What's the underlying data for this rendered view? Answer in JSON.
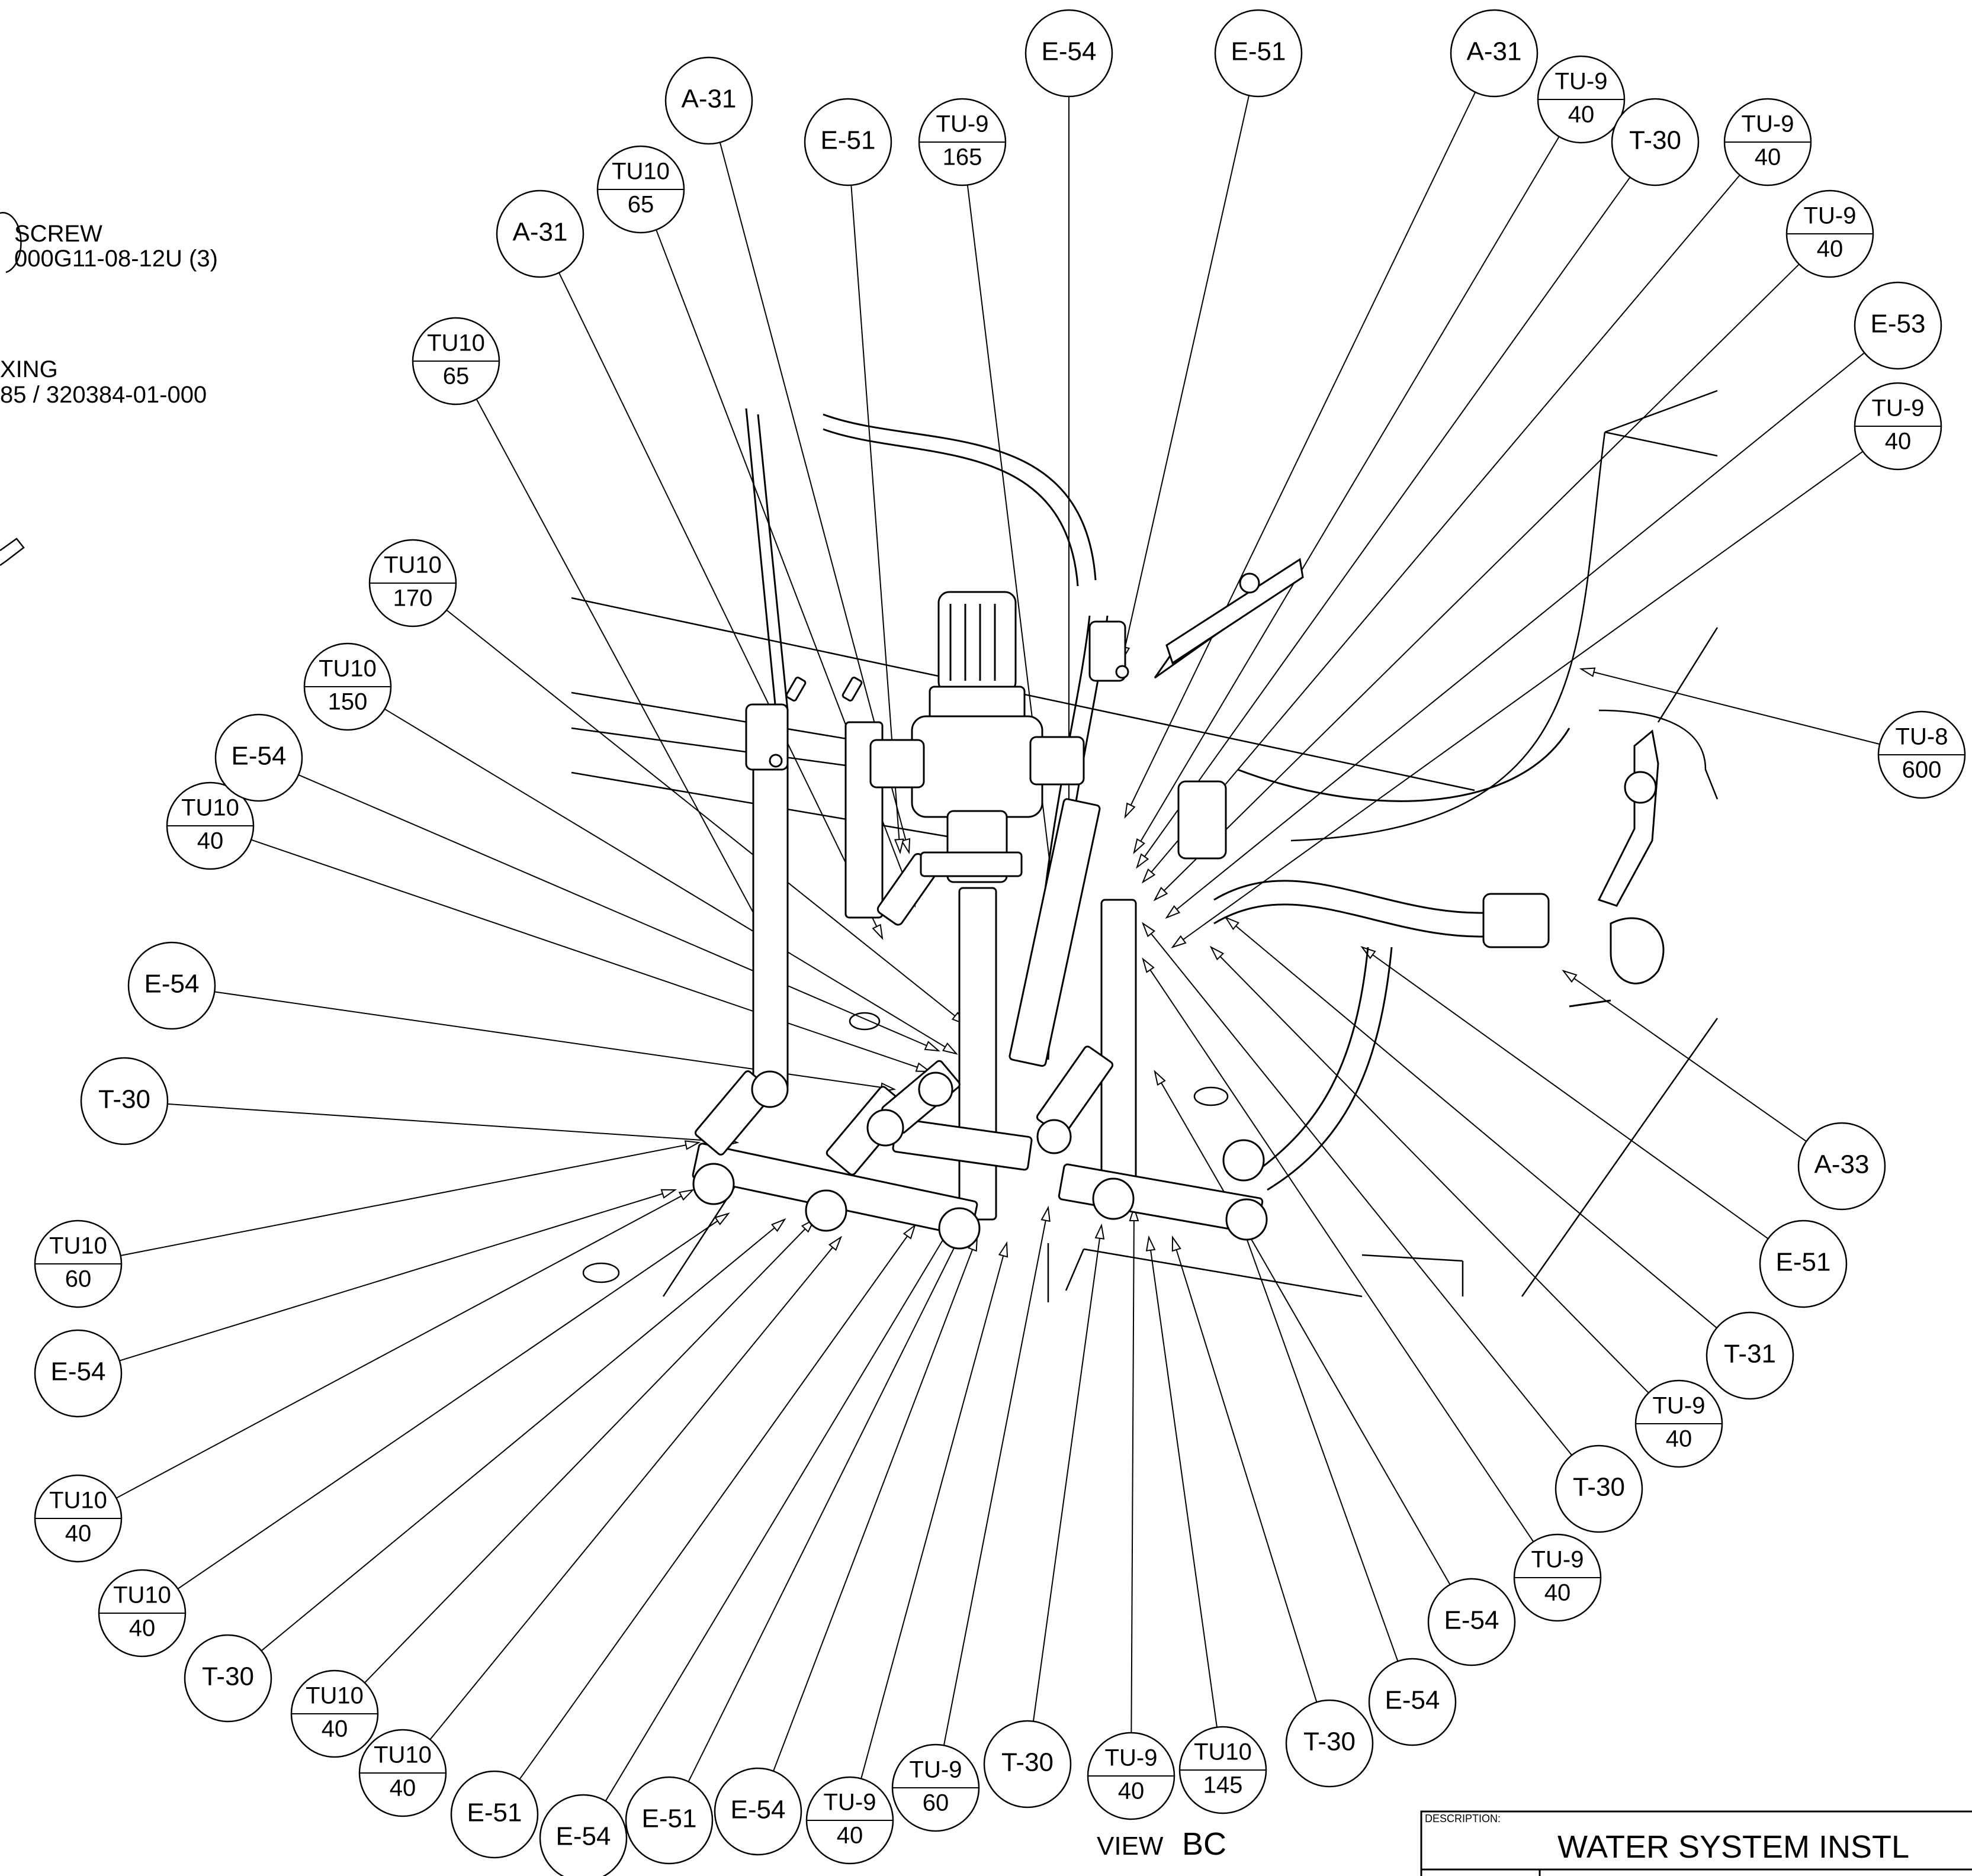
{
  "notes": [
    {
      "line1": "SCREW",
      "line2": "000G11-08-12U (3)"
    },
    {
      "line1": "XING",
      "line2": "85 / 320384-01-000"
    }
  ],
  "balloons": [
    {
      "top": "E-54",
      "bottom": ""
    },
    {
      "top": "E-51",
      "bottom": ""
    },
    {
      "top": "A-31",
      "bottom": ""
    },
    {
      "top": "TU-9",
      "bottom": "40"
    },
    {
      "top": "T-30",
      "bottom": ""
    },
    {
      "top": "TU-9",
      "bottom": "40"
    },
    {
      "top": "TU-9",
      "bottom": "40"
    },
    {
      "top": "E-53",
      "bottom": ""
    },
    {
      "top": "TU-9",
      "bottom": "40"
    },
    {
      "top": "TU-8",
      "bottom": "600"
    },
    {
      "top": "A-33",
      "bottom": ""
    },
    {
      "top": "E-51",
      "bottom": ""
    },
    {
      "top": "T-31",
      "bottom": ""
    },
    {
      "top": "TU-9",
      "bottom": "40"
    },
    {
      "top": "T-30",
      "bottom": ""
    },
    {
      "top": "TU-9",
      "bottom": "40"
    },
    {
      "top": "E-54",
      "bottom": ""
    },
    {
      "top": "E-54",
      "bottom": ""
    },
    {
      "top": "T-30",
      "bottom": ""
    },
    {
      "top": "TU10",
      "bottom": "145"
    },
    {
      "top": "TU-9",
      "bottom": "40"
    },
    {
      "top": "T-30",
      "bottom": ""
    },
    {
      "top": "TU-9",
      "bottom": "60"
    },
    {
      "top": "TU-9",
      "bottom": "40"
    },
    {
      "top": "E-54",
      "bottom": ""
    },
    {
      "top": "E-51",
      "bottom": ""
    },
    {
      "top": "E-54",
      "bottom": ""
    },
    {
      "top": "E-51",
      "bottom": ""
    },
    {
      "top": "TU10",
      "bottom": "40"
    },
    {
      "top": "TU10",
      "bottom": "40"
    },
    {
      "top": "T-30",
      "bottom": ""
    },
    {
      "top": "TU10",
      "bottom": "40"
    },
    {
      "top": "TU10",
      "bottom": "40"
    },
    {
      "top": "E-54",
      "bottom": ""
    },
    {
      "top": "TU10",
      "bottom": "60"
    },
    {
      "top": "T-30",
      "bottom": ""
    },
    {
      "top": "E-54",
      "bottom": ""
    },
    {
      "top": "TU10",
      "bottom": "40"
    },
    {
      "top": "E-54",
      "bottom": ""
    },
    {
      "top": "TU10",
      "bottom": "150"
    },
    {
      "top": "TU10",
      "bottom": "170"
    },
    {
      "top": "TU10",
      "bottom": "65"
    },
    {
      "top": "A-31",
      "bottom": ""
    },
    {
      "top": "TU10",
      "bottom": "65"
    },
    {
      "top": "A-31",
      "bottom": ""
    },
    {
      "top": "E-51",
      "bottom": ""
    },
    {
      "top": "TU-9",
      "bottom": "165"
    }
  ],
  "view_label": {
    "prefix": "VIEW",
    "suffix": "BC"
  },
  "title_block": {
    "description_label": "DESCRIPTION:",
    "title": "WATER SYSTEM INSTL"
  }
}
